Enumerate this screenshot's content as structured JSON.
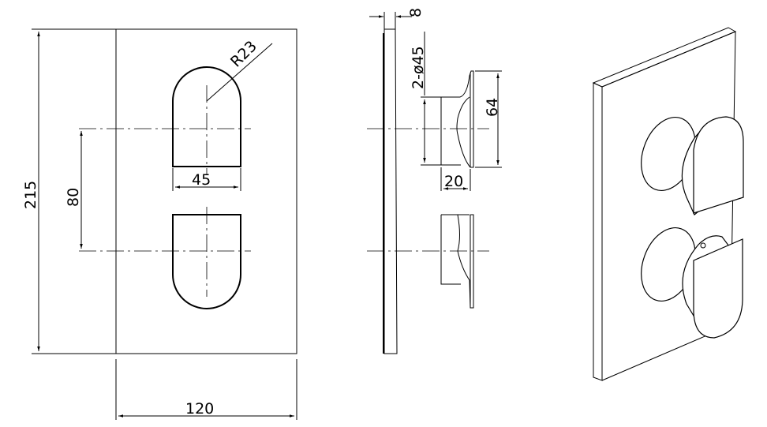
{
  "drawing": {
    "front_view": {
      "height_dim": "215",
      "spacing_dim": "80",
      "handle_width_dim": "45",
      "radius_dim": "R23",
      "width_dim": "120"
    },
    "side_view": {
      "plate_thickness_dim": "8",
      "diameter_dim": "2-ø45",
      "lever_height_dim": "64",
      "depth_dim": "20"
    },
    "colors": {
      "line": "#000000",
      "background": "#ffffff"
    }
  }
}
